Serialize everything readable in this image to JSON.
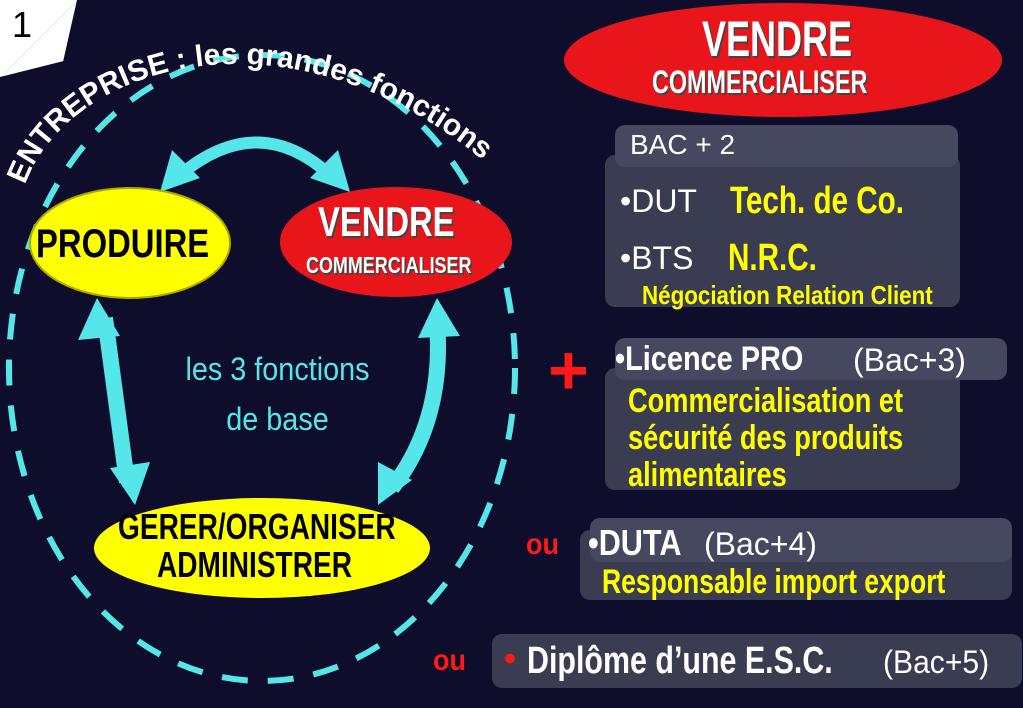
{
  "slide_number": "1",
  "arc_title": "ENTREPRISE : les grandes fonctions",
  "functions": {
    "produire": "PRODUIRE",
    "vendre_title": "VENDRE",
    "vendre_sub": "COMMERCIALISER",
    "gerer_line1": "GERER/ORGANISER",
    "gerer_line2": "ADMINISTRER",
    "center_line1": "les 3 fonctions",
    "center_line2": "de base"
  },
  "header": {
    "title": "VENDRE",
    "subtitle": "COMMERCIALISER"
  },
  "bac2": {
    "label": "BAC + 2",
    "dut_bullet": "•DUT",
    "dut_spec": "Tech. de Co.",
    "bts_bullet": "•BTS",
    "bts_spec": "N.R.C.",
    "bts_detail": "Négociation Relation Client"
  },
  "plus_sign": "+",
  "licence": {
    "bullet": "•Licence PRO",
    "level": "(Bac+3)",
    "line1": "Commercialisation et",
    "line2": "sécurité des produits",
    "line3": "alimentaires"
  },
  "duta": {
    "or": "ou",
    "bullet": "•DUTA",
    "level": "(Bac+4)",
    "detail": "Responsable import export"
  },
  "esc": {
    "or": "ou",
    "bullet": "•",
    "name": "Diplôme d’une E.S.C.",
    "level": "(Bac+5)"
  },
  "colors": {
    "background": "#0e0e2c",
    "ellipse_stroke": "#55e6ea",
    "arrow": "#55e6ea",
    "yellow": "#ffff00",
    "red": "#e8151b",
    "panel": "#3a3d52"
  }
}
